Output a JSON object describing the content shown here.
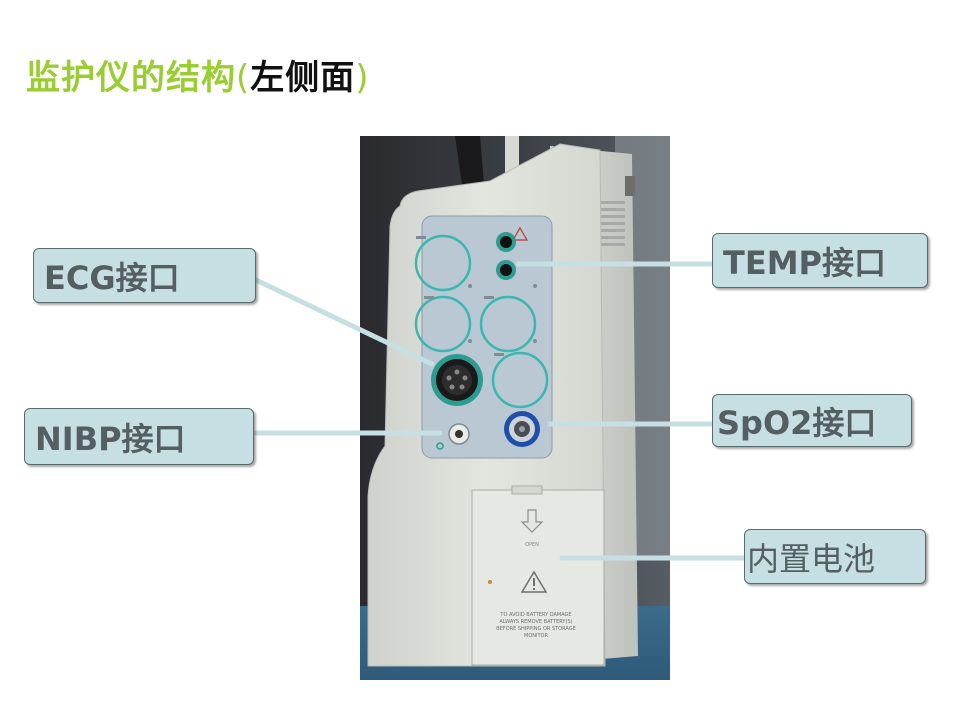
{
  "slide": {
    "title_main": "监护仪的结构",
    "title_paren_open": "(",
    "title_sub": "左侧面",
    "title_paren_close": ")"
  },
  "labels": {
    "ecg": "ECG接口",
    "nibp": "NIBP接口",
    "temp": "TEMP接口",
    "spo2": "SpO2接口",
    "battery": "内置电池"
  },
  "device_text": {
    "battery_open": "OPEN",
    "battery_warning_1": "TO AVOID BATTERY DAMAGE",
    "battery_warning_2": "ALWAYS REMOVE BATTERY(S)",
    "battery_warning_3": "BEFORE SHIPPING OR STORAGE",
    "battery_warning_4": "MONITOR"
  },
  "colors": {
    "title_green": "#9acd32",
    "label_fill": "#c6dfe3",
    "label_text": "#555e61",
    "connector": "#c6dfe3"
  }
}
